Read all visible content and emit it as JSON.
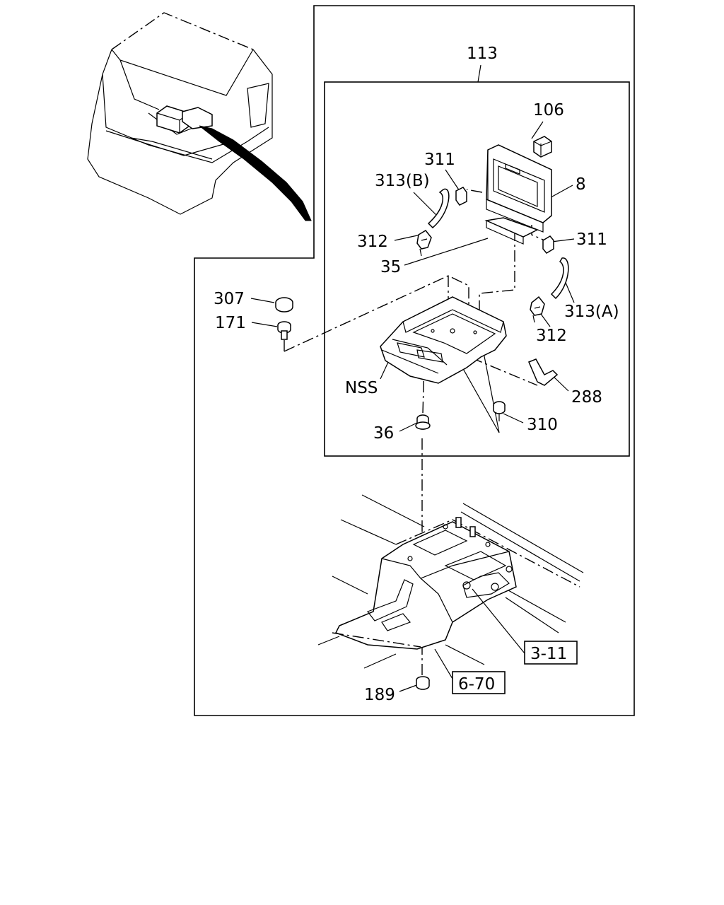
{
  "callouts": {
    "assembly": "113",
    "p106": "106",
    "p311_top": "311",
    "p8": "8",
    "p313b": "313(B)",
    "p312_left": "312",
    "p311_right": "311",
    "p35": "35",
    "p313a": "313(A)",
    "p312_right": "312",
    "p307": "307",
    "p171": "171",
    "nss": "NSS",
    "p288": "288",
    "p310": "310",
    "p36": "36",
    "p189": "189"
  },
  "refs": {
    "ref_3_11": "3-11",
    "ref_6_70": "6-70"
  }
}
